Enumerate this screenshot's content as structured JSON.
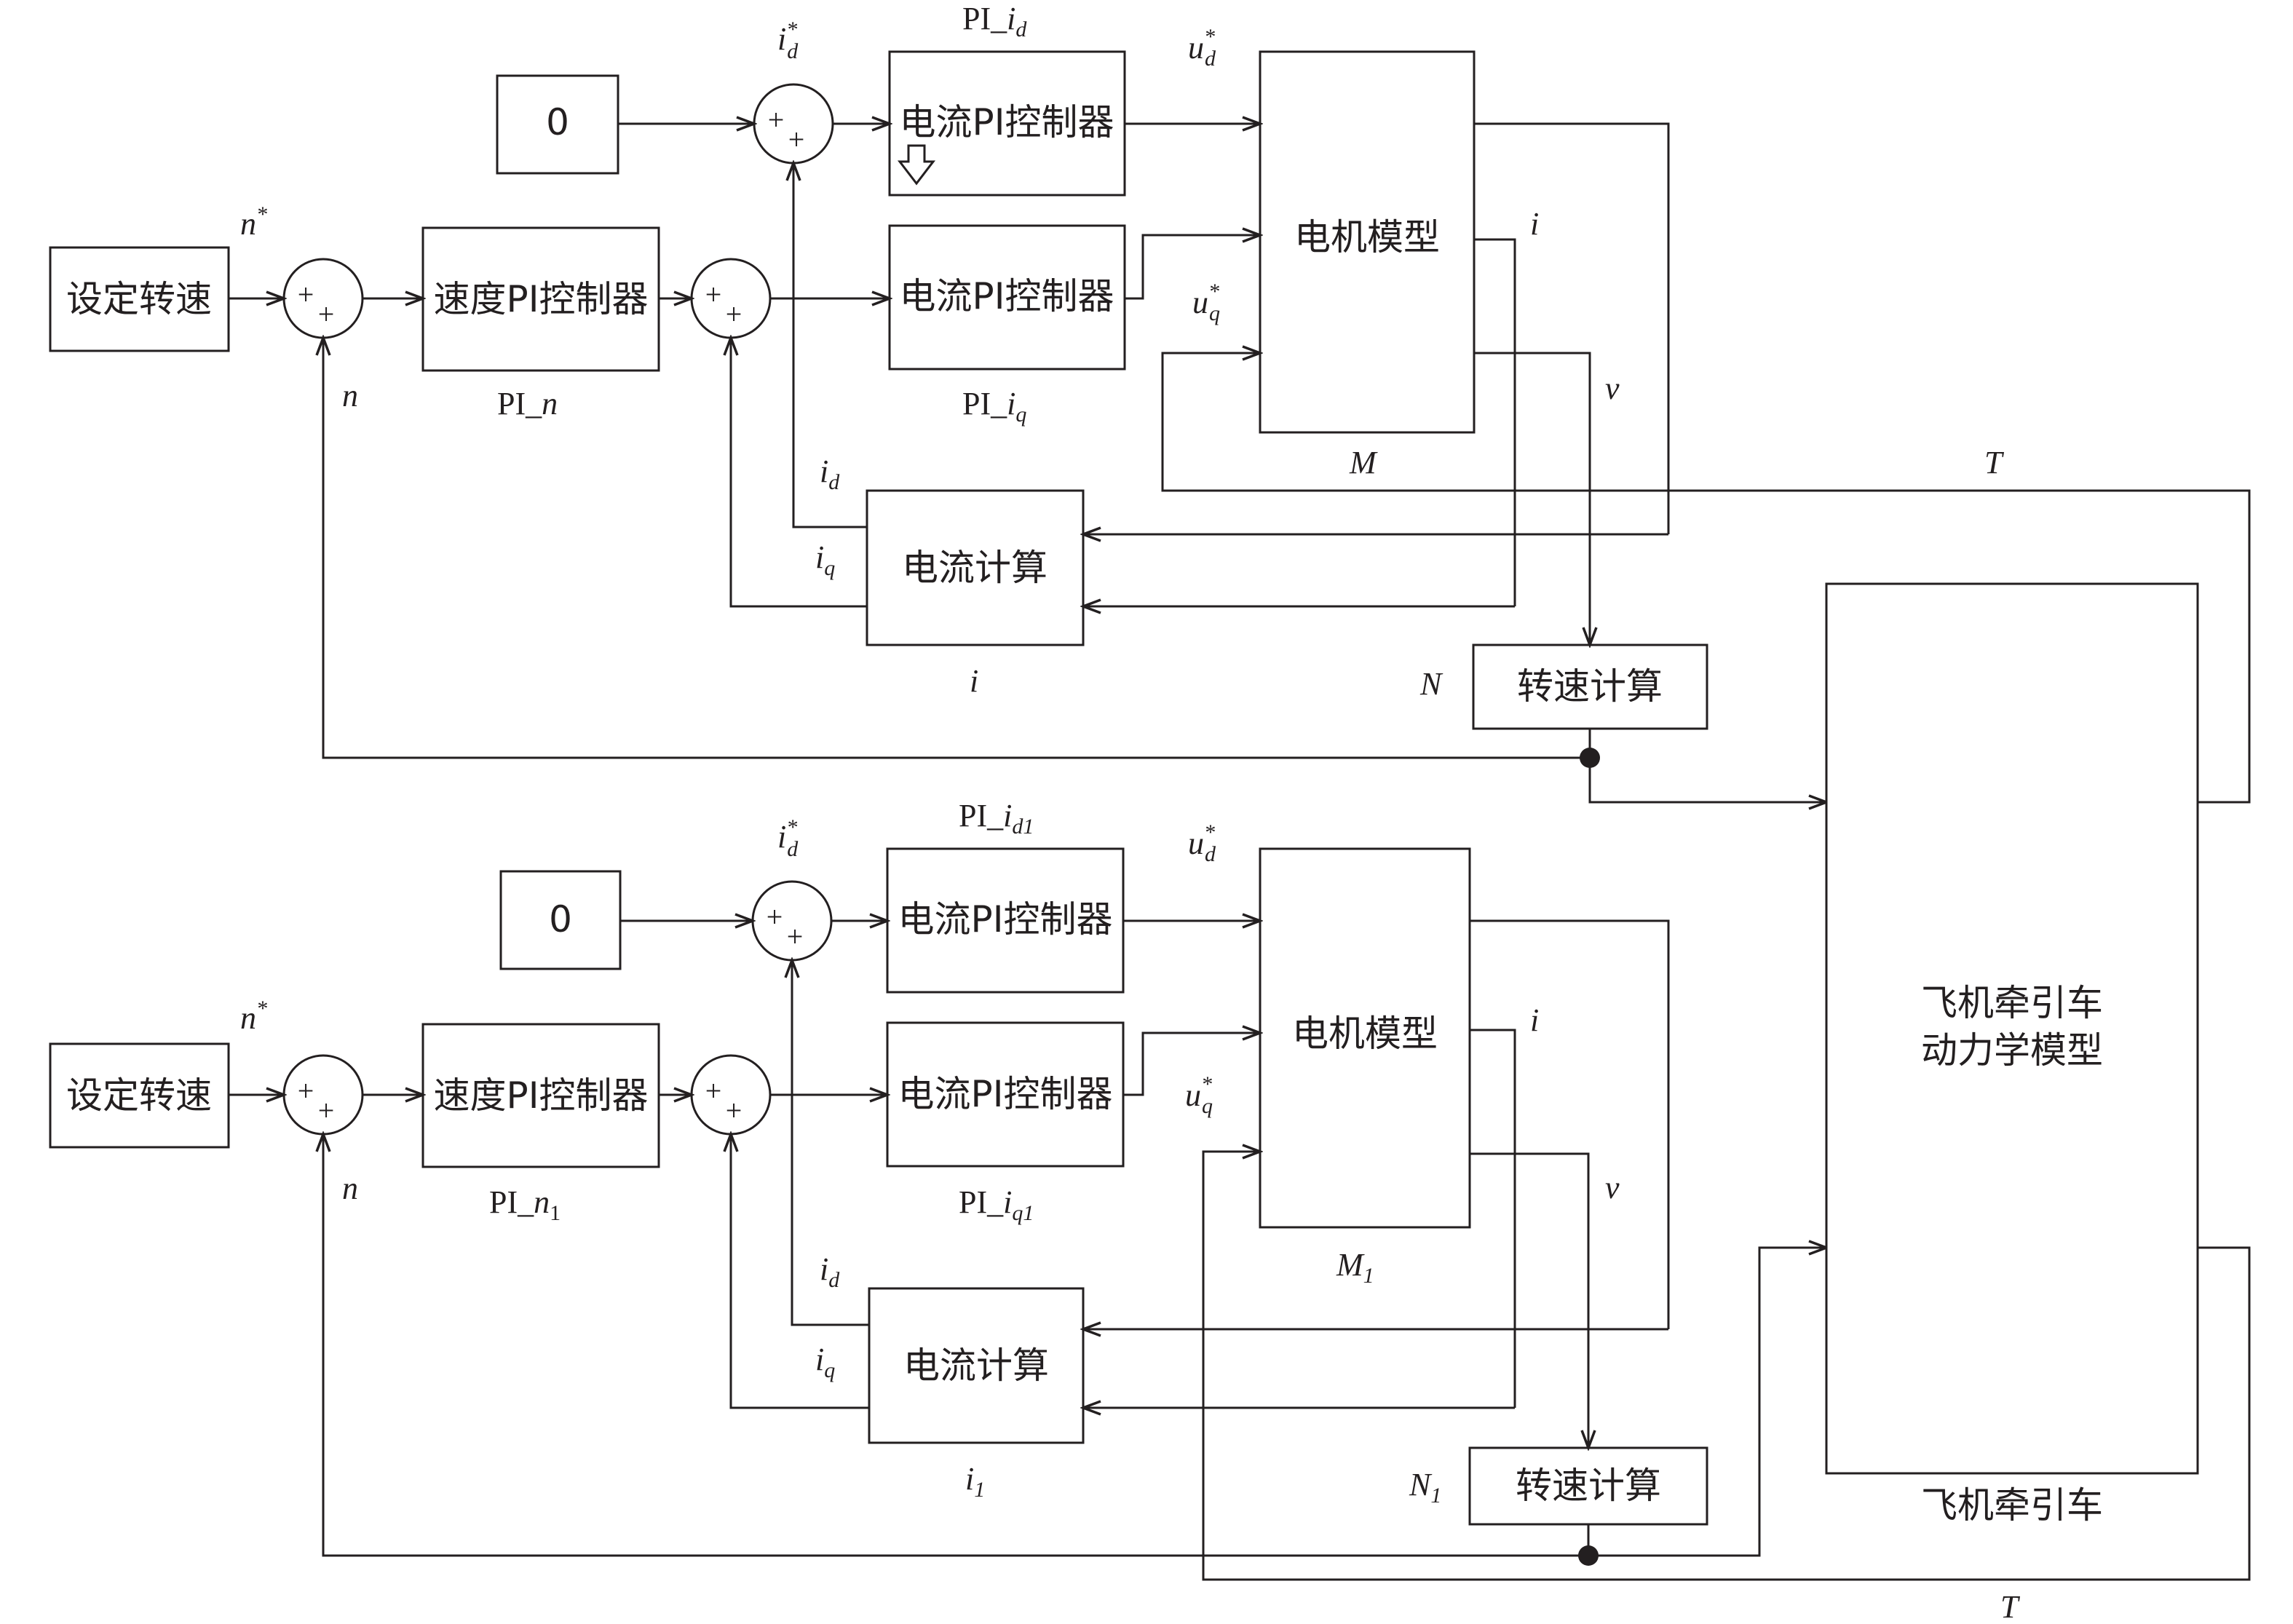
{
  "colors": {
    "line": "#231f20",
    "background": "#ffffff"
  },
  "icons": {
    "down_arrow": "hollow-down-arrow-icon",
    "junction": "junction-dot"
  },
  "blocks": {
    "set_speed": "设定转速",
    "speed_pi": "速度PI控制器",
    "current_pi": "电流PI控制器",
    "motor_model": "电机模型",
    "current_calc": "电流计算",
    "speed_calc": "转速计算",
    "zero": "0",
    "tractor_model_line1": "飞机牵引车",
    "tractor_model_line2": "动力学模型"
  },
  "sum_signs": {
    "plus": "+"
  },
  "labels": {
    "n": "n",
    "star": "*",
    "N": "N",
    "M": "M",
    "T": "T",
    "i": "i",
    "v": "v",
    "d": "d",
    "q": "q",
    "one": "1",
    "d1": "d1",
    "q1": "q1",
    "u": "u",
    "PI_": "PI_",
    "tractor_caption": "飞机牵引车"
  }
}
